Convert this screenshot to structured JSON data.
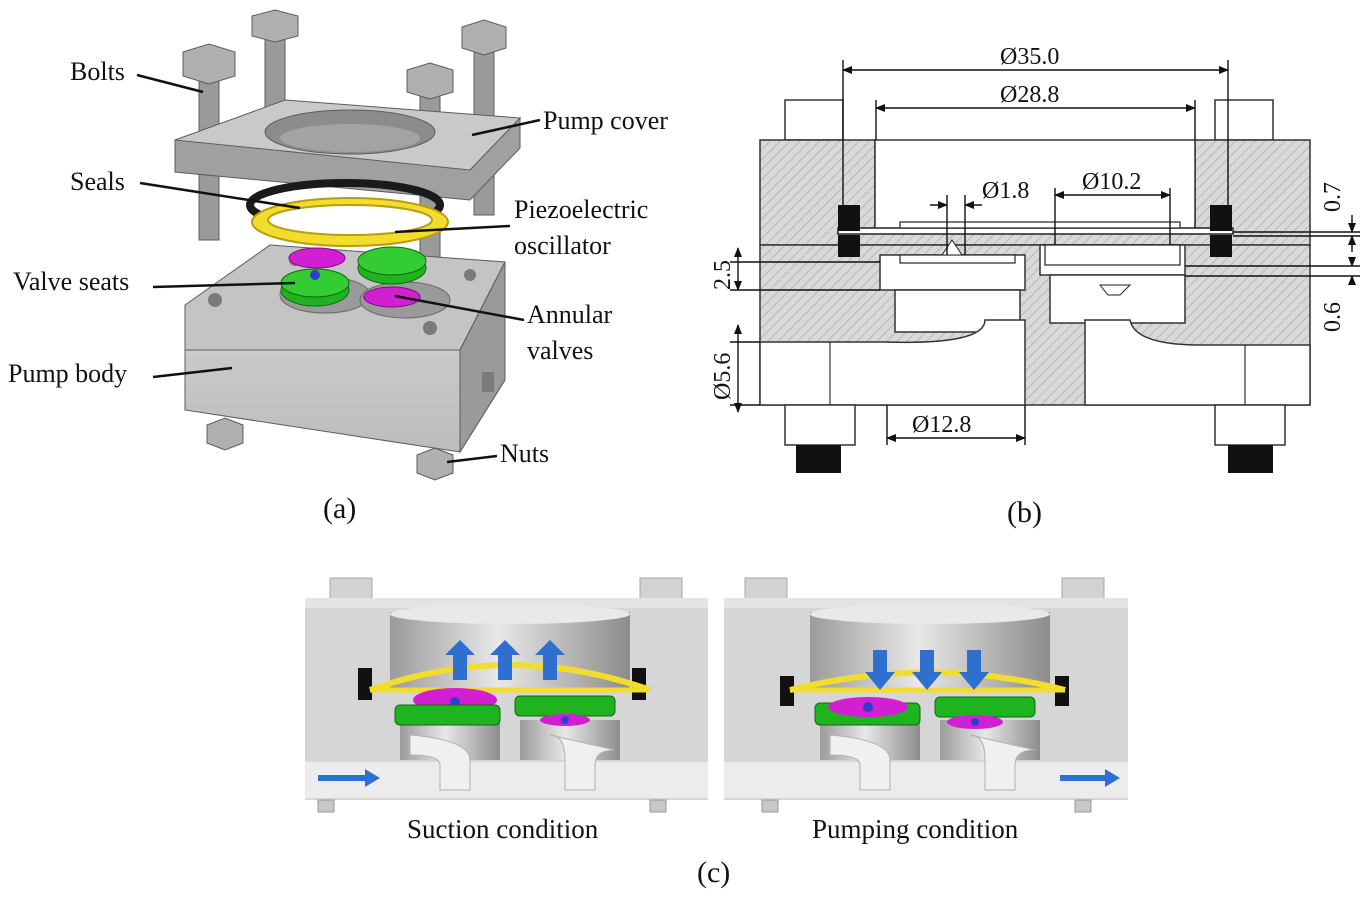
{
  "panel_a": {
    "caption": "(a)",
    "labels": {
      "bolts": "Bolts",
      "pump_cover": "Pump cover",
      "seals": "Seals",
      "piezo_line1": "Piezoelectric",
      "piezo_line2": "oscillator",
      "valve_seats": "Valve seats",
      "annular_line1": "Annular",
      "annular_line2": "valves",
      "pump_body": "Pump body",
      "nuts": "Nuts"
    }
  },
  "panel_b": {
    "caption": "(b)",
    "dimensions": {
      "d35": "35.0",
      "d28": "28.8",
      "d1_8": "1.8",
      "d10_2": "10.2",
      "d12_8": "12.8",
      "d5_6": "5.6",
      "h2_5": "2.5",
      "h0_7": "0.7",
      "h0_6": "0.6"
    },
    "diameter_symbol": "Ø"
  },
  "panel_c": {
    "caption": "(c)",
    "left_title": "Suction condition",
    "right_title": "Pumping condition"
  },
  "colors": {
    "metal_dark": "#8a8a8a",
    "metal_mid": "#a6a6a6",
    "metal_light": "#c8c8c8",
    "seal_yellow": "#f2dc2e",
    "valve_green": "#1fb31f",
    "valve_magenta": "#d21fd2",
    "flow_blue": "#2e6fd0"
  }
}
